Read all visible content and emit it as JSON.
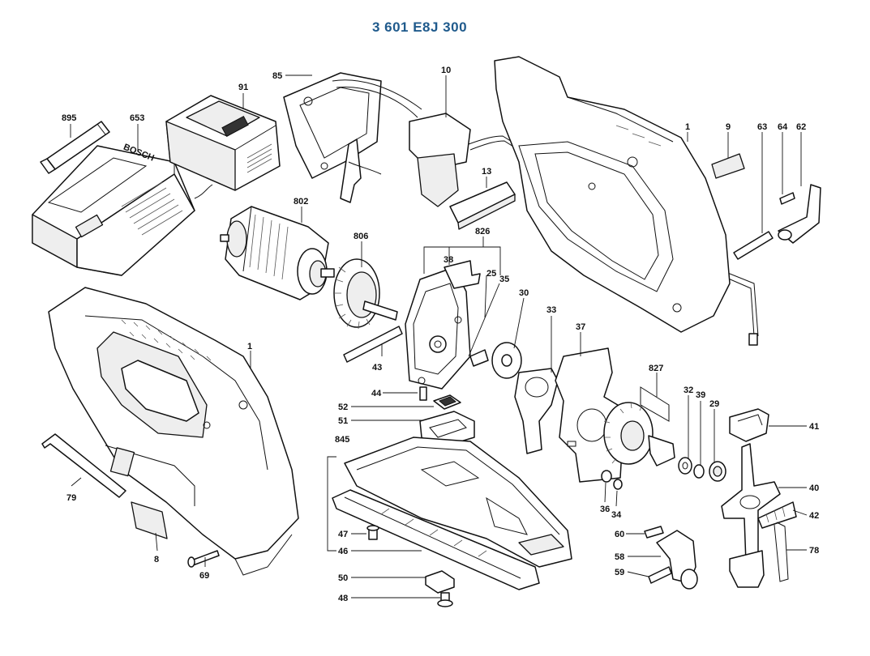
{
  "title": "3 601 E8J 300",
  "labels": [
    "895",
    "653",
    "91",
    "85",
    "10",
    "1",
    "9",
    "63",
    "64",
    "62",
    "802",
    "806",
    "826",
    "38",
    "25",
    "35",
    "30",
    "33",
    "37",
    "827",
    "32",
    "39",
    "29",
    "41",
    "40",
    "42",
    "78",
    "43",
    "44",
    "52",
    "51",
    "845",
    "47",
    "46",
    "50",
    "48",
    "60",
    "58",
    "59",
    "36",
    "34",
    "79",
    "8",
    "69",
    "13",
    "1"
  ]
}
